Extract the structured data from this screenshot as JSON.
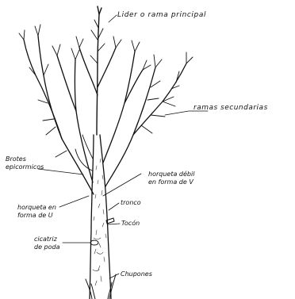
{
  "diagram": {
    "labels": {
      "leader": "Lider o rama principal",
      "secondary": "ramas secundarias",
      "epicormic_1": "Brotes",
      "epicormic_2": "epicormicos",
      "weak_fork_1": "horqueta débil",
      "weak_fork_2": "en forma de V",
      "u_fork_1": "horqueta en",
      "u_fork_2": "forma de U",
      "trunk": "tronco",
      "stub": "Tocón",
      "scar_1": "cicatriz",
      "scar_2": "de poda",
      "suckers": "Chupones"
    }
  }
}
